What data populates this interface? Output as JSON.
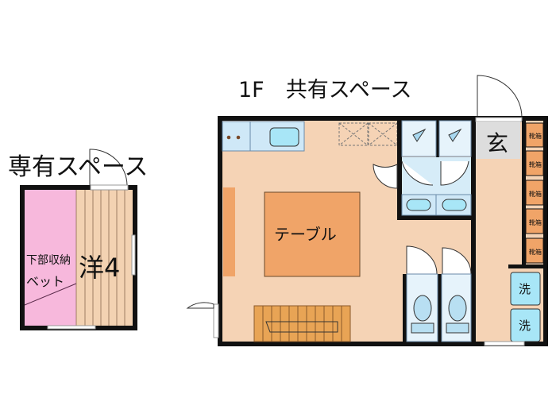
{
  "private_space": {
    "title": "専有スペース",
    "storage_label": "下部収納",
    "bed_label": "ベット",
    "room_label": "洋4"
  },
  "shared_space": {
    "title": "1F　共有スペース",
    "table_label": "テーブル",
    "entrance_label": "玄",
    "shoe_boxes": [
      "靴箱",
      "靴箱",
      "靴箱",
      "靴箱",
      "靴箱"
    ],
    "washers": [
      "洗",
      "洗"
    ]
  },
  "colors": {
    "floor": "#f5d3b5",
    "pink": "#f7b8dc",
    "wood": "#f3d2b2",
    "table": "#f0a468",
    "water": "#cfe8f7",
    "wall": "#111111",
    "entrance": "#dddddd"
  }
}
